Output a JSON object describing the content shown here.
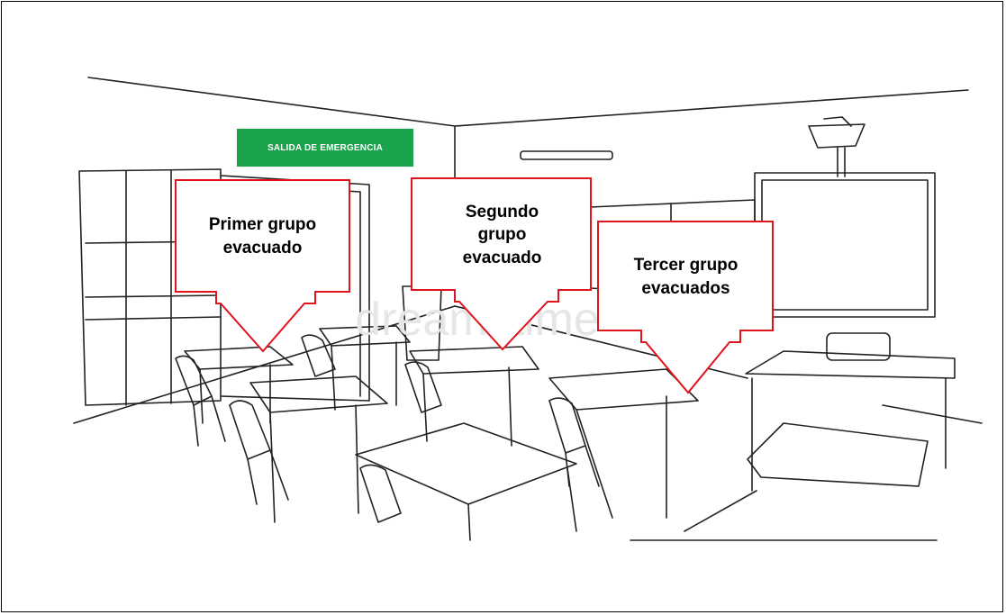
{
  "sign": {
    "text": "SALIDA DE EMERGENCIA",
    "color": "#1aa34a"
  },
  "callouts": [
    {
      "text": "Primer grupo evacuado"
    },
    {
      "text": "Segundo grupo evacuado"
    },
    {
      "text": "Tercer grupo evacuados"
    }
  ],
  "colors": {
    "callout_border": "#e0141b",
    "callout_fill": "#ffffff",
    "line": "#222222"
  },
  "watermark": "dreamstime"
}
